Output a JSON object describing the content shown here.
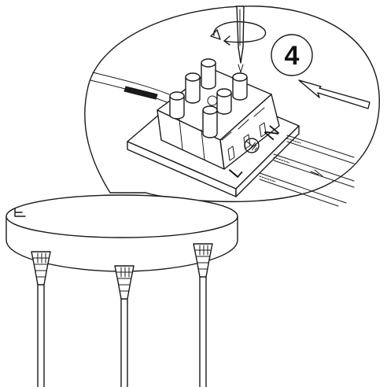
{
  "step": {
    "number": "4"
  },
  "terminal": {
    "live": "L",
    "neutral": "N"
  },
  "icons": [
    "rotate-arrow-icon",
    "screwdriver-icon",
    "insert-arrow-icon",
    "earth-symbol-icon"
  ],
  "colors": {
    "ink": "#1a1a1a",
    "background": "#ffffff"
  }
}
